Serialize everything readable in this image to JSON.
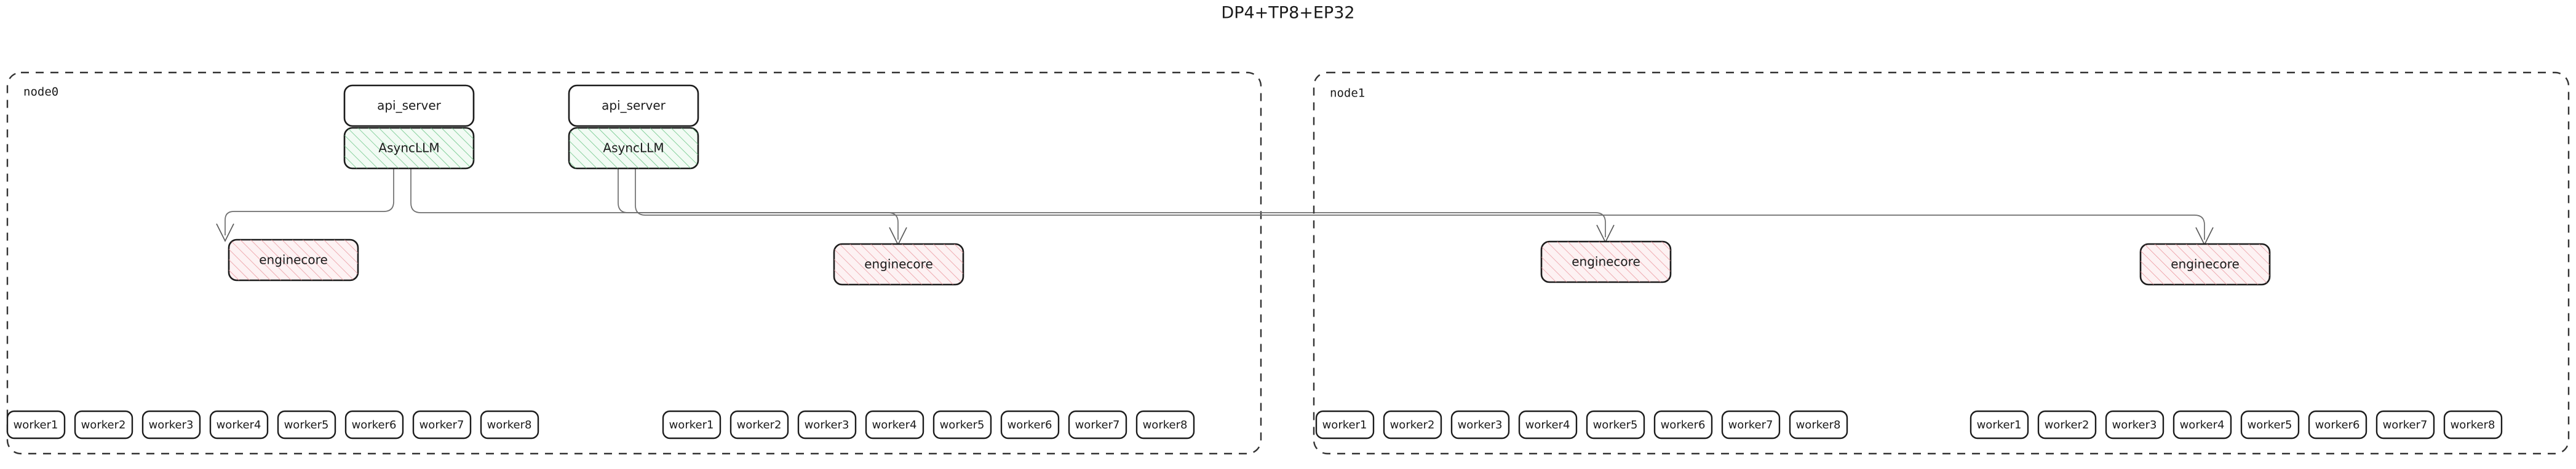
{
  "title": "DP4+TP8+EP32",
  "colors": {
    "background": "#ffffff",
    "ink": "#1a1a1a",
    "node_border": "#333333",
    "box_border": "#1c1c1c",
    "asyncllm_fill": "#f2fbf4",
    "asyncllm_hatch": "#5bbf79",
    "enginecore_fill": "#fdf2f3",
    "enginecore_hatch": "#e88e96",
    "edge": "#6e6e6e"
  },
  "nodes": [
    {
      "id": "node0",
      "label": "node0",
      "servers": [
        {
          "api_server": "api_server",
          "async_llm": "AsyncLLM"
        },
        {
          "api_server": "api_server",
          "async_llm": "AsyncLLM"
        }
      ],
      "enginecores": [
        {
          "label": "enginecore"
        },
        {
          "label": "enginecore"
        }
      ],
      "worker_groups": [
        {
          "workers": [
            "worker1",
            "worker2",
            "worker3",
            "worker4",
            "worker5",
            "worker6",
            "worker7",
            "worker8"
          ]
        },
        {
          "workers": [
            "worker1",
            "worker2",
            "worker3",
            "worker4",
            "worker5",
            "worker6",
            "worker7",
            "worker8"
          ]
        }
      ]
    },
    {
      "id": "node1",
      "label": "node1",
      "servers": [],
      "enginecores": [
        {
          "label": "enginecore"
        },
        {
          "label": "enginecore"
        }
      ],
      "worker_groups": [
        {
          "workers": [
            "worker1",
            "worker2",
            "worker3",
            "worker4",
            "worker5",
            "worker6",
            "worker7",
            "worker8"
          ]
        },
        {
          "workers": [
            "worker1",
            "worker2",
            "worker3",
            "worker4",
            "worker5",
            "worker6",
            "worker7",
            "worker8"
          ]
        }
      ]
    }
  ]
}
